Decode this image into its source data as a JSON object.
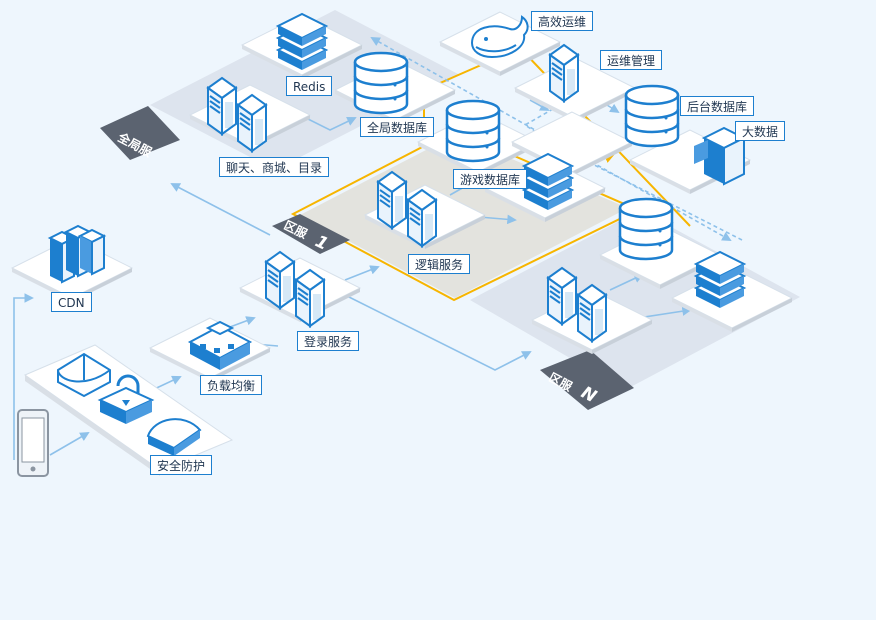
{
  "labels": {
    "gaoxiao": "高效运维",
    "yunwei": "运维管理",
    "houtai": "后台数据库",
    "dashuju": "大数据",
    "redis": "Redis",
    "quanju_db": "全局数据库",
    "chat": "聊天、商城、目录",
    "youxi_db": "游戏数据库",
    "luoji": "逻辑服务",
    "cdn": "CDN",
    "denglu": "登录服务",
    "fuzai": "负载均衡",
    "anquan": "安全防护"
  },
  "zones": {
    "global": "全局服",
    "zone1": "区服",
    "zone1_num": "1",
    "zoneN": "区服",
    "zoneN_num": "N"
  },
  "colors": {
    "accent": "#1d7fcf",
    "dark_tag": "#5b6370",
    "highlight_frame": "#f7b500",
    "background": "#eef6fd"
  }
}
